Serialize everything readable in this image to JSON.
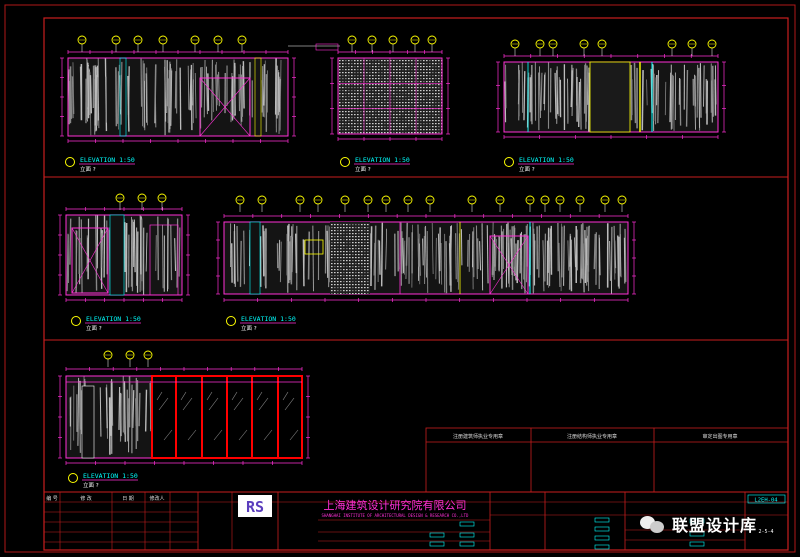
{
  "elevations": [
    {
      "label": "ELEVATION  1:50",
      "sub": "立面 ?"
    },
    {
      "label": "ELEVATION  1:50",
      "sub": "立面 ?"
    },
    {
      "label": "ELEVATION  1:50",
      "sub": "立面 ?"
    },
    {
      "label": "ELEVATION  1:50",
      "sub": "立面 ?"
    },
    {
      "label": "ELEVATION  1:50",
      "sub": "立面 ?"
    },
    {
      "label": "ELEVATION  1:50",
      "sub": "立面 ?"
    }
  ],
  "title_block": {
    "company_cn": "上海建筑设计研究院有限公司",
    "company_en": "SHANGHAI INSTITUTE OF ARCHITECTURAL DESIGN & RESEARCH CO.,LTD",
    "logo": "RS",
    "sheet_no": "L2EH-04",
    "sheet_sub": "2-5-4",
    "cols": [
      "编 号",
      "修 改",
      "日 期",
      "修改人"
    ],
    "stamp_cols": [
      "注册建筑师执业专用章",
      "注册结构师执业专用章",
      "审定出图专用章"
    ]
  },
  "watermark": {
    "text": "联盟设计库",
    "icon": "wechat-icon"
  },
  "colors": {
    "bg": "#000000",
    "frame": "#c81e1e",
    "wood": "#c8c8c8",
    "magenta": "#ff2fd6",
    "yellow": "#ffff00",
    "cyan": "#00ffff",
    "red": "#ff0000"
  }
}
